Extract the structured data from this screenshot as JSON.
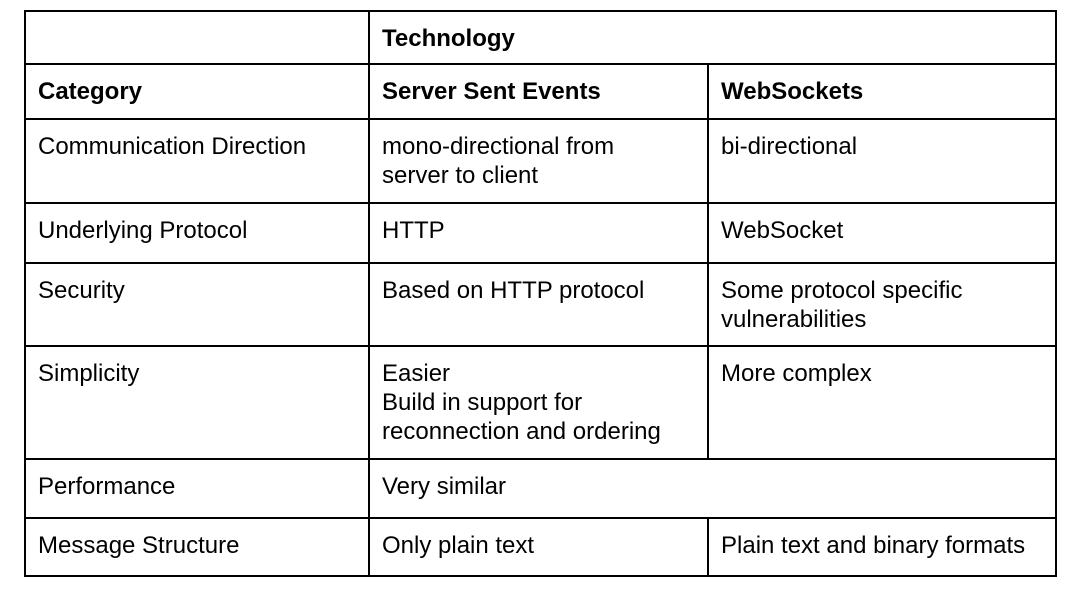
{
  "page": {
    "background_color": "#ffffff"
  },
  "table": {
    "border_color": "#000000",
    "text_color": "#000000",
    "technology_header": "Technology",
    "column_headers": [
      "Category",
      "Server Sent Events",
      "WebSockets"
    ],
    "rows": [
      {
        "category": "Communication Direction",
        "sse": "mono-directional from\nserver to client",
        "ws": "bi-directional"
      },
      {
        "category": "Underlying Protocol",
        "sse": "HTTP",
        "ws": "WebSocket"
      },
      {
        "category": "Security",
        "sse": "Based on HTTP protocol",
        "ws": "Some protocol specific\nvulnerabilities"
      },
      {
        "category": "Simplicity",
        "sse": "Easier\nBuild in support for\nreconnection and ordering",
        "ws": "More complex"
      },
      {
        "category": "Performance",
        "span": "Very similar"
      },
      {
        "category": "Message Structure",
        "sse": "Only plain text",
        "ws": "Plain text and binary formats"
      }
    ]
  }
}
